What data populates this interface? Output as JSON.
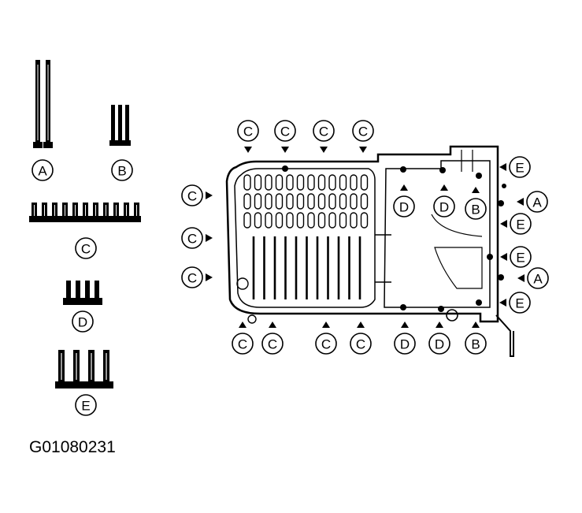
{
  "figure_code": "G01080231",
  "fastener_groups": [
    {
      "label": "A",
      "count": 2
    },
    {
      "label": "B",
      "count": 3
    },
    {
      "label": "C",
      "count": 11
    },
    {
      "label": "D",
      "count": 4
    },
    {
      "label": "E",
      "count": 4
    }
  ],
  "pan_callouts": [
    {
      "label": "C",
      "pointer": "down"
    },
    {
      "label": "C",
      "pointer": "down"
    },
    {
      "label": "C",
      "pointer": "down"
    },
    {
      "label": "C",
      "pointer": "down"
    },
    {
      "label": "C",
      "pointer": "right"
    },
    {
      "label": "C",
      "pointer": "right"
    },
    {
      "label": "C",
      "pointer": "right"
    },
    {
      "label": "D",
      "pointer": "up"
    },
    {
      "label": "D",
      "pointer": "up"
    },
    {
      "label": "B",
      "pointer": "up"
    },
    {
      "label": "E",
      "pointer": "left"
    },
    {
      "label": "A",
      "pointer": "left"
    },
    {
      "label": "E",
      "pointer": "left"
    },
    {
      "label": "E",
      "pointer": "left"
    },
    {
      "label": "A",
      "pointer": "left"
    },
    {
      "label": "E",
      "pointer": "left"
    },
    {
      "label": "C",
      "pointer": "up"
    },
    {
      "label": "C",
      "pointer": "up"
    },
    {
      "label": "C",
      "pointer": "up"
    },
    {
      "label": "C",
      "pointer": "up"
    },
    {
      "label": "D",
      "pointer": "up"
    },
    {
      "label": "D",
      "pointer": "up"
    },
    {
      "label": "B",
      "pointer": "up"
    }
  ],
  "colors": {
    "ink": "#000000",
    "paper": "#ffffff"
  }
}
